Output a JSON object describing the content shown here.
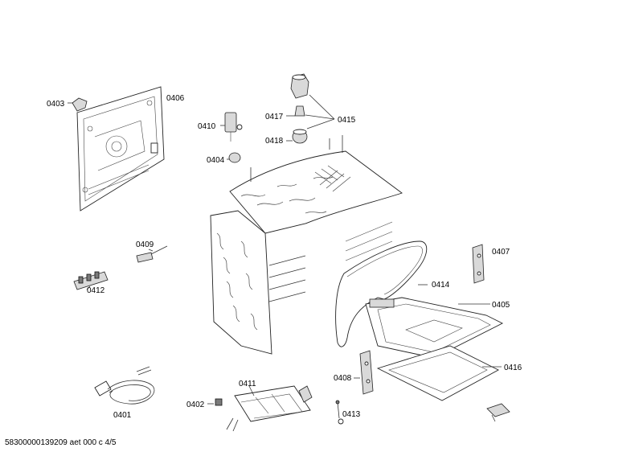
{
  "labels": {
    "p0401": "0401",
    "p0402": "0402",
    "p0403": "0403",
    "p0404": "0404",
    "p0405": "0405",
    "p0406": "0406",
    "p0407": "0407",
    "p0408": "0408",
    "p0409": "0409",
    "p0410": "0410",
    "p0411": "0411",
    "p0412": "0412",
    "p0413": "0413",
    "p0414": "0414",
    "p0415": "0415",
    "p0416": "0416",
    "p0417": "0417",
    "p0418": "0418"
  },
  "footer": "58300000139209 aet 000 c 4/5"
}
